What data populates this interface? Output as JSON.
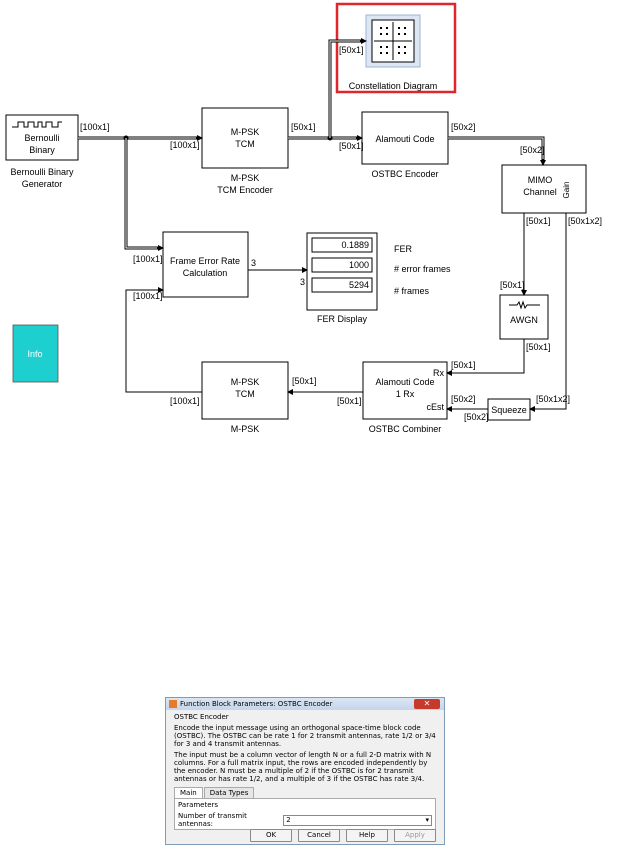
{
  "model": {
    "blocks": {
      "bernoulli": {
        "line1": "Bernoulli",
        "line2": "Binary",
        "caption1": "Bernoulli Binary",
        "caption2": "Generator"
      },
      "mpsk_tcm": {
        "line1": "M-PSK",
        "line2": "TCM",
        "caption1": "M-PSK",
        "caption2": "TCM Encoder"
      },
      "constellation": {
        "caption": "Constellation Diagram"
      },
      "alamouti": {
        "label": "Alamouti Code",
        "caption": "OSTBC Encoder"
      },
      "mimo": {
        "line1": "MIMO",
        "line2": "Channel",
        "port": "Gain"
      },
      "fer_calc": {
        "line1": "Frame Error Rate",
        "line2": "Calculation",
        "port_out": "3"
      },
      "fer_display": {
        "values": [
          "0.1889",
          "1000",
          "5294"
        ],
        "labels": [
          "FER",
          "# error frames",
          "# frames"
        ],
        "port_in": "3",
        "caption": "FER Display"
      },
      "awgn": {
        "label": "AWGN"
      },
      "info": {
        "label": "Info"
      },
      "combiner": {
        "line1": "Alamouti Code",
        "line2": "1 Rx",
        "port_rx": "Rx",
        "port_cest": "cEst",
        "caption": "OSTBC Combiner"
      },
      "squeeze": {
        "label": "Squeeze"
      },
      "mpsk_dec": {
        "line1": "M-PSK",
        "line2": "TCM",
        "caption": "M-PSK"
      }
    },
    "signals": {
      "gen_out": "[100x1]",
      "tcm_in": "[100x1]",
      "tcm_out": "[50x1]",
      "const_in": "[50x1]",
      "alam_in": "[50x1]",
      "alam_out": "[50x2]",
      "mimo_in": "[50x2]",
      "mimo_out1": "[50x1]",
      "mimo_out2": "[50x1x2]",
      "fer_in1": "[100x1]",
      "fer_in2": "[100x1]",
      "awgn_in": "[50x1]",
      "awgn_out": "[50x1]",
      "comb_rx": "[50x1]",
      "comb_cest": "[50x2]",
      "sq_in": "[50x1x2]",
      "sq_out": "[50x2]",
      "comb_out": "[50x1]",
      "dec_in": "[50x1]",
      "dec_out": "[100x1]"
    }
  },
  "dialog": {
    "title": "Function Block Parameters: OSTBC Encoder",
    "close": "✕",
    "heading": "OSTBC Encoder",
    "desc1": "Encode the input message using an orthogonal space-time block code (OSTBC). The OSTBC can be rate 1 for 2 transmit antennas, rate 1/2 or 3/4 for 3 and 4 transmit antennas.",
    "desc2": "The input must be a column vector of length N or a full 2-D matrix with N columns. For a full matrix input, the rows are encoded independently by the encoder. N must be a multiple of 2 if the OSTBC is for 2 transmit antennas or has rate 1/2, and a multiple of 3 if the OSTBC has rate 3/4.",
    "tabs": [
      "Main",
      "Data Types"
    ],
    "section": "Parameters",
    "param_label": "Number of transmit antennas:",
    "param_value": "2",
    "buttons": {
      "ok": "OK",
      "cancel": "Cancel",
      "help": "Help",
      "apply": "Apply"
    }
  }
}
